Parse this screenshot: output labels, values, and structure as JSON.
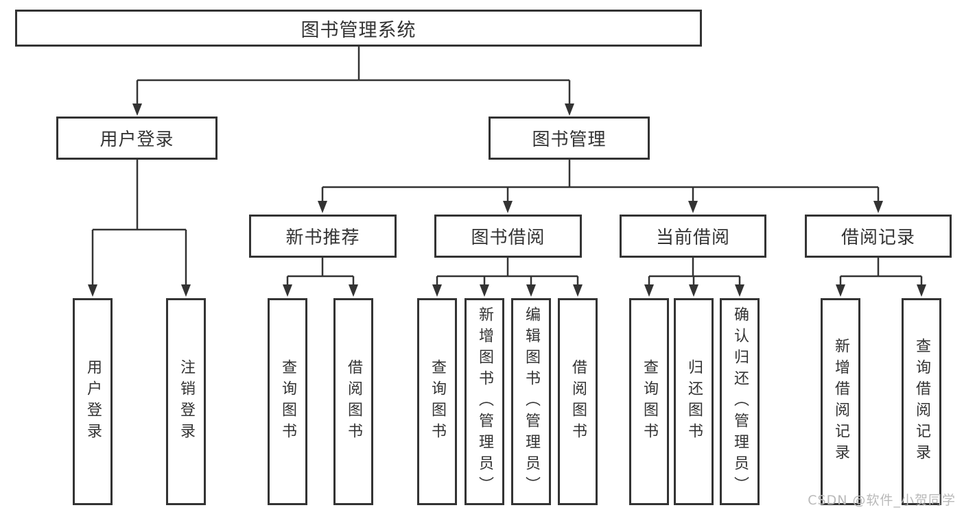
{
  "diagram": {
    "root": {
      "label": "图书管理系统"
    },
    "level2": [
      {
        "label": "用户登录"
      },
      {
        "label": "图书管理"
      }
    ],
    "level3": [
      {
        "label": "新书推荐"
      },
      {
        "label": "图书借阅"
      },
      {
        "label": "当前借阅"
      },
      {
        "label": "借阅记录"
      }
    ],
    "leaves": {
      "user": [
        "用户登录",
        "注销登录"
      ],
      "newbook": [
        "查询图书",
        "借阅图书"
      ],
      "borrow": [
        "查询图书",
        "新增图书（管理员）",
        "编辑图书（管理员）",
        "借阅图书"
      ],
      "current": [
        "查询图书",
        "归还图书",
        "确认归还（管理员）"
      ],
      "records": [
        "新增借阅记录",
        "查询借阅记录"
      ]
    },
    "watermark": "CSDN @软件_小贺同学",
    "colors": {
      "line": "#333333",
      "text": "#333333",
      "background": "#ffffff",
      "watermark": "#b9b9b9"
    }
  }
}
